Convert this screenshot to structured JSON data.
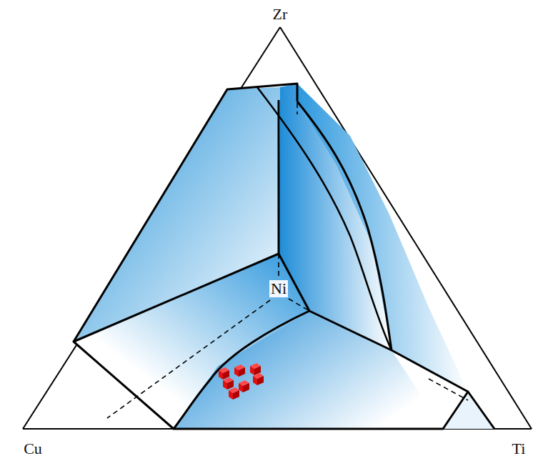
{
  "diagram": {
    "labels": [
      "Zr",
      "Ni",
      "Cu",
      "Ti"
    ]
  }
}
